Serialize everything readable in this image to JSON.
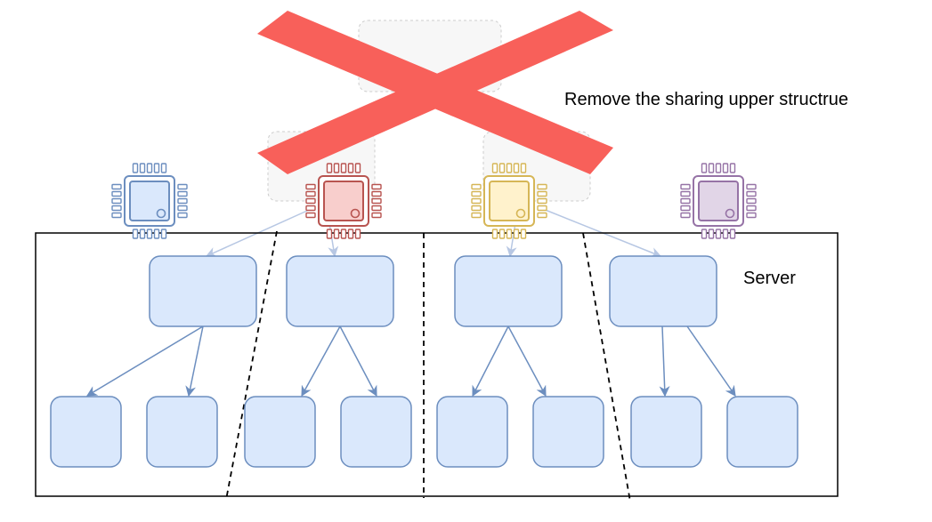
{
  "annotation": "Remove the sharing upper structrue",
  "server_label": "Server",
  "colors": {
    "node_fill": "#dae8fc",
    "node_stroke": "#6c8ebf",
    "cpu_blue": "#6c8ebf",
    "cpu_blue_fill": "#dae8fc",
    "cpu_red": "#b85450",
    "cpu_red_fill": "#f8cecc",
    "cpu_yellow": "#d6b656",
    "cpu_yellow_fill": "#fff2cc",
    "cpu_purple": "#9673a6",
    "cpu_purple_fill": "#e1d5e7",
    "cross": "#f8605a",
    "faded_stroke": "#bbbbbb",
    "faded_fill": "#f5f5f5"
  },
  "processors": [
    {
      "name": "processor-blue"
    },
    {
      "name": "processor-red"
    },
    {
      "name": "processor-yellow"
    },
    {
      "name": "processor-purple"
    }
  ],
  "partitions": 4,
  "leaves_per_partition": 2
}
